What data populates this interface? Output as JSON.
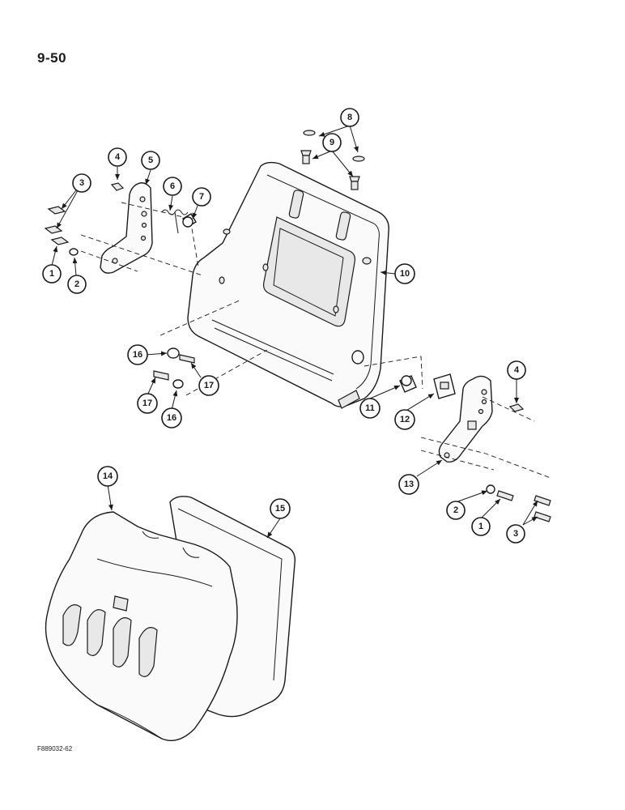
{
  "page": {
    "number": "9-50",
    "figure_code": "F889032-62"
  },
  "callouts": [
    "1",
    "2",
    "3",
    "4",
    "5",
    "6",
    "7",
    "8",
    "9",
    "10",
    "11",
    "12",
    "13",
    "14",
    "15",
    "16",
    "17"
  ],
  "colors": {
    "ink": "#1a1a1a",
    "paper": "#ffffff"
  }
}
